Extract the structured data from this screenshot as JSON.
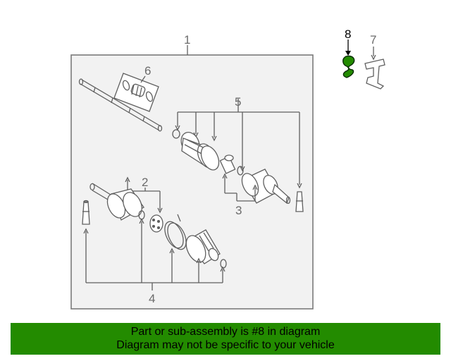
{
  "diagram": {
    "callouts": {
      "c1": "1",
      "c2": "2",
      "c3": "3",
      "c4": "4",
      "c5": "5",
      "c6": "6",
      "c7": "7",
      "c8": "8"
    },
    "highlight_color": "#238b00",
    "highlighted_part": "8"
  },
  "banner": {
    "line1": "Part or sub-assembly is #8 in diagram",
    "line2": "Diagram may not be specific to your vehicle",
    "background": "#238b00"
  }
}
